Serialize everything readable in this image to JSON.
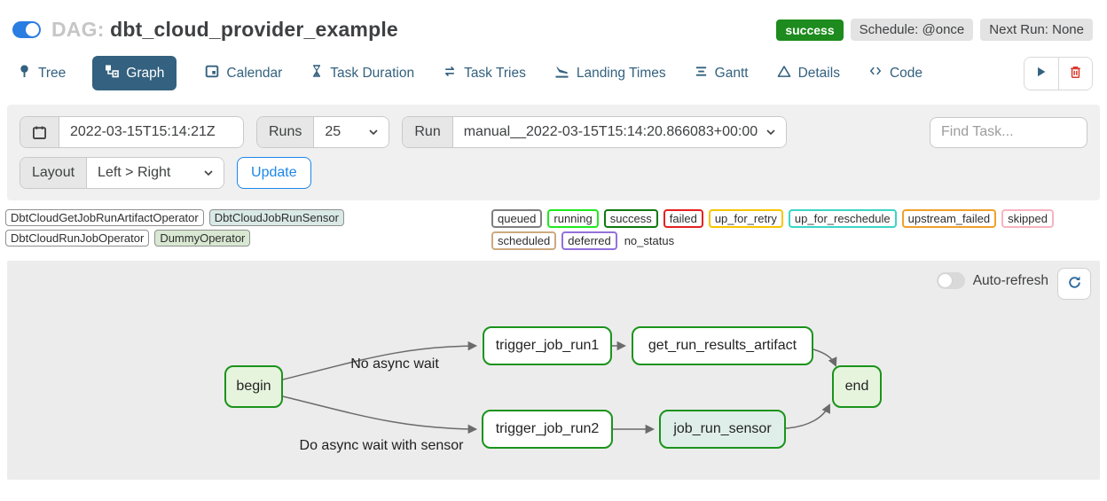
{
  "header": {
    "dag_prefix": "DAG:",
    "dag_name": "dbt_cloud_provider_example",
    "dag_toggle_on": true,
    "status_badge": "success",
    "schedule_badge": "Schedule: @once",
    "next_run_badge": "Next Run: None"
  },
  "tabs": [
    {
      "label": "Tree",
      "icon": "tree-icon",
      "active": false
    },
    {
      "label": "Graph",
      "icon": "graph-icon",
      "active": true
    },
    {
      "label": "Calendar",
      "icon": "calendar-icon",
      "active": false
    },
    {
      "label": "Task Duration",
      "icon": "hourglass-icon",
      "active": false
    },
    {
      "label": "Task Tries",
      "icon": "repeat-icon",
      "active": false
    },
    {
      "label": "Landing Times",
      "icon": "landing-icon",
      "active": false
    },
    {
      "label": "Gantt",
      "icon": "gantt-icon",
      "active": false
    },
    {
      "label": "Details",
      "icon": "triangle-icon",
      "active": false
    },
    {
      "label": "Code",
      "icon": "code-icon",
      "active": false
    }
  ],
  "filters": {
    "date_value": "2022-03-15T15:14:21Z",
    "runs_label": "Runs",
    "runs_value": "25",
    "run_label": "Run",
    "run_value": "manual__2022-03-15T15:14:20.866083+00:00",
    "find_task_placeholder": "Find Task...",
    "layout_label": "Layout",
    "layout_value": "Left > Right",
    "update_label": "Update"
  },
  "legend": {
    "operators": [
      {
        "label": "DbtCloudGetJobRunArtifactOperator",
        "bg": "#ffffff"
      },
      {
        "label": "DbtCloudJobRunSensor",
        "bg": "#d9e9e6"
      },
      {
        "label": "DbtCloudRunJobOperator",
        "bg": "#ffffff"
      },
      {
        "label": "DummyOperator",
        "bg": "#d9e8d2"
      }
    ],
    "statuses": [
      {
        "label": "queued",
        "border": "#7f7f7f"
      },
      {
        "label": "running",
        "border": "#21e821"
      },
      {
        "label": "success",
        "border": "#0f7a0f"
      },
      {
        "label": "failed",
        "border": "#e52020"
      },
      {
        "label": "up_for_retry",
        "border": "#f7c500"
      },
      {
        "label": "up_for_reschedule",
        "border": "#3ad6c6"
      },
      {
        "label": "upstream_failed",
        "border": "#f2a02c"
      },
      {
        "label": "skipped",
        "border": "#f7b3c2"
      },
      {
        "label": "scheduled",
        "border": "#cdaa7d"
      },
      {
        "label": "deferred",
        "border": "#9370db"
      },
      {
        "label": "no_status",
        "border": "none"
      }
    ]
  },
  "graph": {
    "auto_refresh_label": "Auto-refresh",
    "auto_refresh_on": false,
    "nodes": [
      {
        "id": "begin",
        "label": "begin",
        "state": "success",
        "operator": "DummyOperator"
      },
      {
        "id": "trigger_job_run1",
        "label": "trigger_job_run1",
        "state": "success",
        "operator": "DbtCloudRunJobOperator"
      },
      {
        "id": "get_run_results_artifact",
        "label": "get_run_results_artifact",
        "state": "success",
        "operator": "DbtCloudGetJobRunArtifactOperator"
      },
      {
        "id": "trigger_job_run2",
        "label": "trigger_job_run2",
        "state": "success",
        "operator": "DbtCloudRunJobOperator"
      },
      {
        "id": "job_run_sensor",
        "label": "job_run_sensor",
        "state": "success",
        "operator": "DbtCloudJobRunSensor"
      },
      {
        "id": "end",
        "label": "end",
        "state": "success",
        "operator": "DummyOperator"
      }
    ],
    "edges": [
      {
        "from": "begin",
        "to": "trigger_job_run1",
        "label": "No async wait"
      },
      {
        "from": "begin",
        "to": "trigger_job_run2",
        "label": "Do async wait with sensor"
      },
      {
        "from": "trigger_job_run1",
        "to": "get_run_results_artifact",
        "label": ""
      },
      {
        "from": "get_run_results_artifact",
        "to": "end",
        "label": ""
      },
      {
        "from": "trigger_job_run2",
        "to": "job_run_sensor",
        "label": ""
      },
      {
        "from": "job_run_sensor",
        "to": "end",
        "label": ""
      }
    ],
    "edge_labels": [
      {
        "text": "No async wait"
      },
      {
        "text": "Do async wait with sensor"
      }
    ]
  },
  "colors": {
    "accent_blue": "#1b87ea",
    "tab_blue": "#33617f",
    "success_green": "#1d8b1d",
    "node_border_green": "#1b931b",
    "trash_red": "#d93a2f"
  }
}
